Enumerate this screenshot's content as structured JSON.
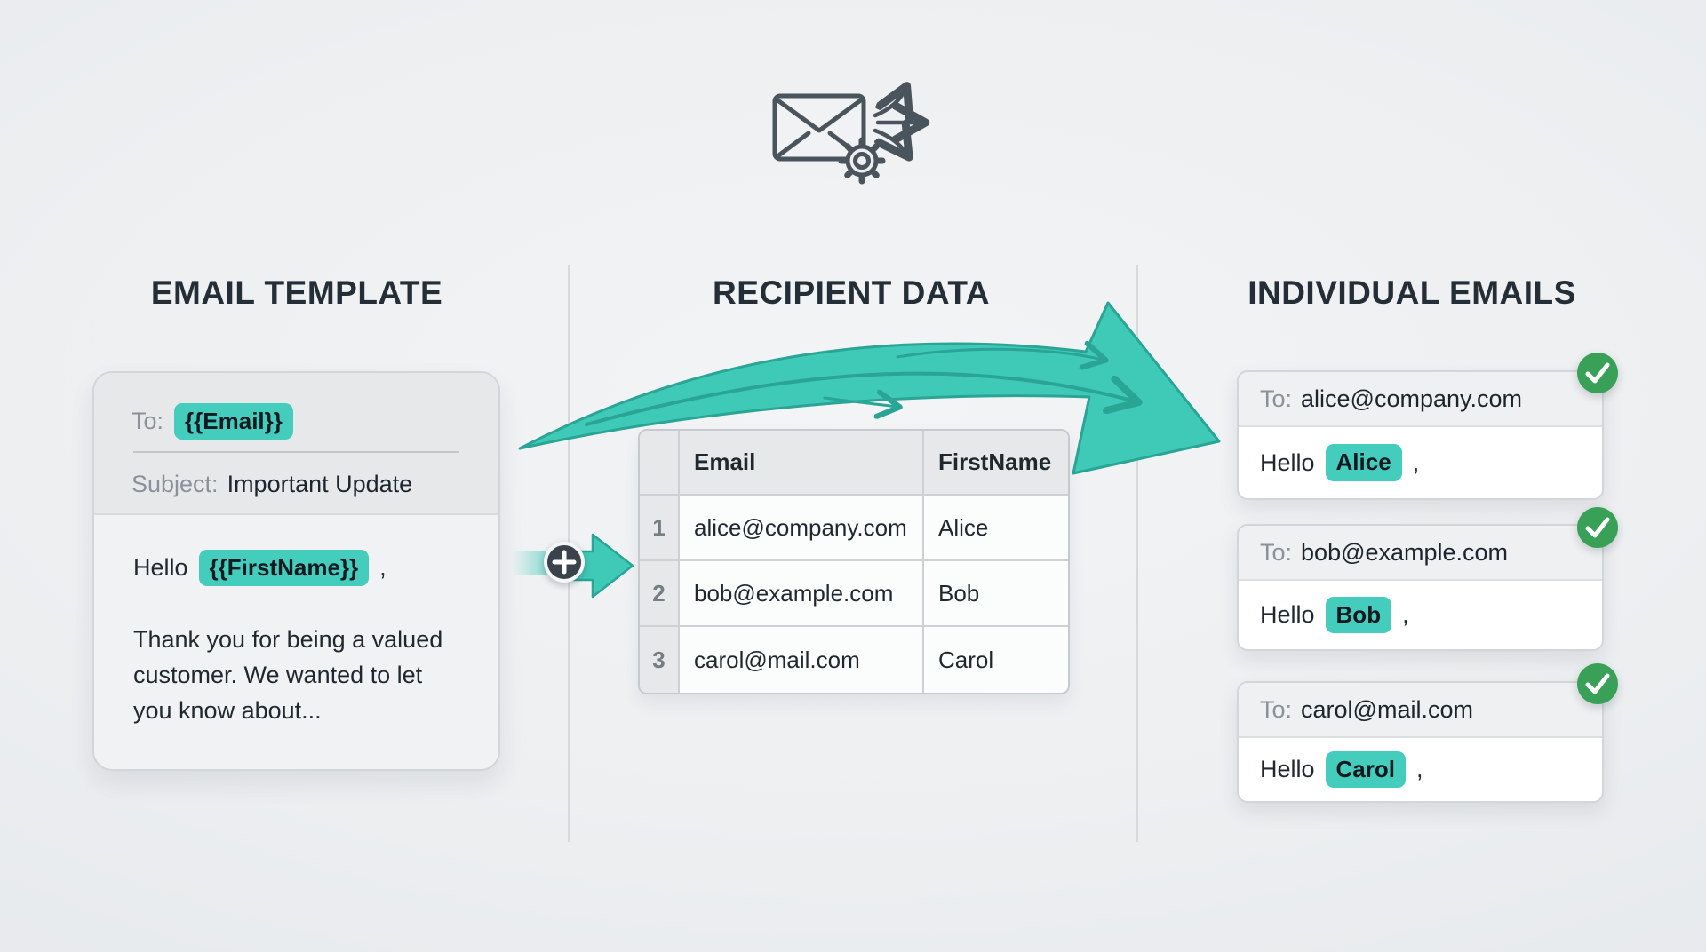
{
  "theme": {
    "accent": "#3FC9B7",
    "accent_dark": "#2AA595",
    "accent_chip": "#44CCBC",
    "green": "#38A157",
    "ink": "#242E37",
    "text": "#1F2830",
    "muted": "#8A9199",
    "bg": "#EDEFF1"
  },
  "header_icon": "envelope-with-gear-and-fanout-arrows",
  "columns": {
    "template": {
      "heading": "EMAIL TEMPLATE",
      "card": {
        "to_label": "To:",
        "to_variable": "{{Email}}",
        "subject_label": "Subject:",
        "subject_value": "Important Update",
        "greeting_prefix": "Hello",
        "greeting_variable": "{{FirstName}}",
        "greeting_suffix": ",",
        "body_text": "Thank you for being a valued customer. We wanted to let you know about..."
      }
    },
    "recipients": {
      "heading": "RECIPIENT DATA",
      "table": {
        "columns": [
          "Email",
          "FirstName"
        ],
        "rows": [
          {
            "index": "1",
            "email": "alice@company.com",
            "first_name": "Alice"
          },
          {
            "index": "2",
            "email": "bob@example.com",
            "first_name": "Bob"
          },
          {
            "index": "3",
            "email": "carol@mail.com",
            "first_name": "Carol"
          }
        ]
      }
    },
    "individual": {
      "heading": "INDIVIDUAL EMAILS",
      "emails": [
        {
          "to_label": "To:",
          "address": "alice@company.com",
          "greeting_prefix": "Hello",
          "name": "Alice",
          "greeting_suffix": ","
        },
        {
          "to_label": "To:",
          "address": "bob@example.com",
          "greeting_prefix": "Hello",
          "name": "Bob",
          "greeting_suffix": ","
        },
        {
          "to_label": "To:",
          "address": "carol@mail.com",
          "greeting_prefix": "Hello",
          "name": "Carol",
          "greeting_suffix": ","
        }
      ]
    }
  }
}
